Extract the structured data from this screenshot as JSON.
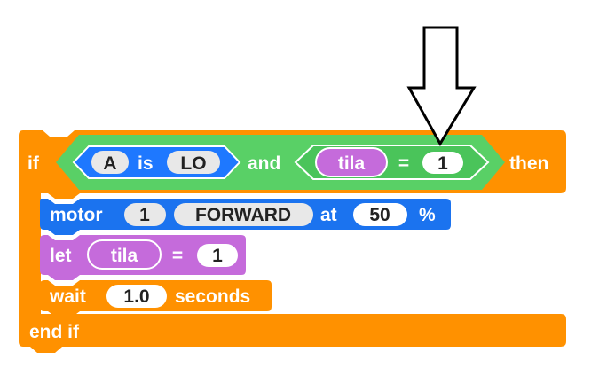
{
  "colors": {
    "control": "#ff9100",
    "operator": "#59d066",
    "operator_inner": "#4ac45a",
    "sensor": "#1e78ff",
    "motor": "#1b73ef",
    "variable": "#c56bdb",
    "pill": "#e8e8e8",
    "white_pill": "#ffffff"
  },
  "if_block": {
    "if_label": "if",
    "then_label": "then",
    "end_label": "end if",
    "condition": {
      "and_label": "and",
      "sensor": {
        "port": "A",
        "is_label": "is",
        "state": "LO"
      },
      "compare": {
        "variable": "tila",
        "op": "=",
        "value": "1"
      }
    }
  },
  "motor_block": {
    "label": "motor",
    "port": "1",
    "direction": "FORWARD",
    "at_label": "at",
    "speed": "50",
    "unit": "%"
  },
  "let_block": {
    "label": "let",
    "variable": "tila",
    "op": "=",
    "value": "1"
  },
  "wait_block": {
    "label": "wait",
    "value": "1.0",
    "unit": "seconds"
  },
  "annotation": {
    "icon": "down-arrow-icon"
  }
}
